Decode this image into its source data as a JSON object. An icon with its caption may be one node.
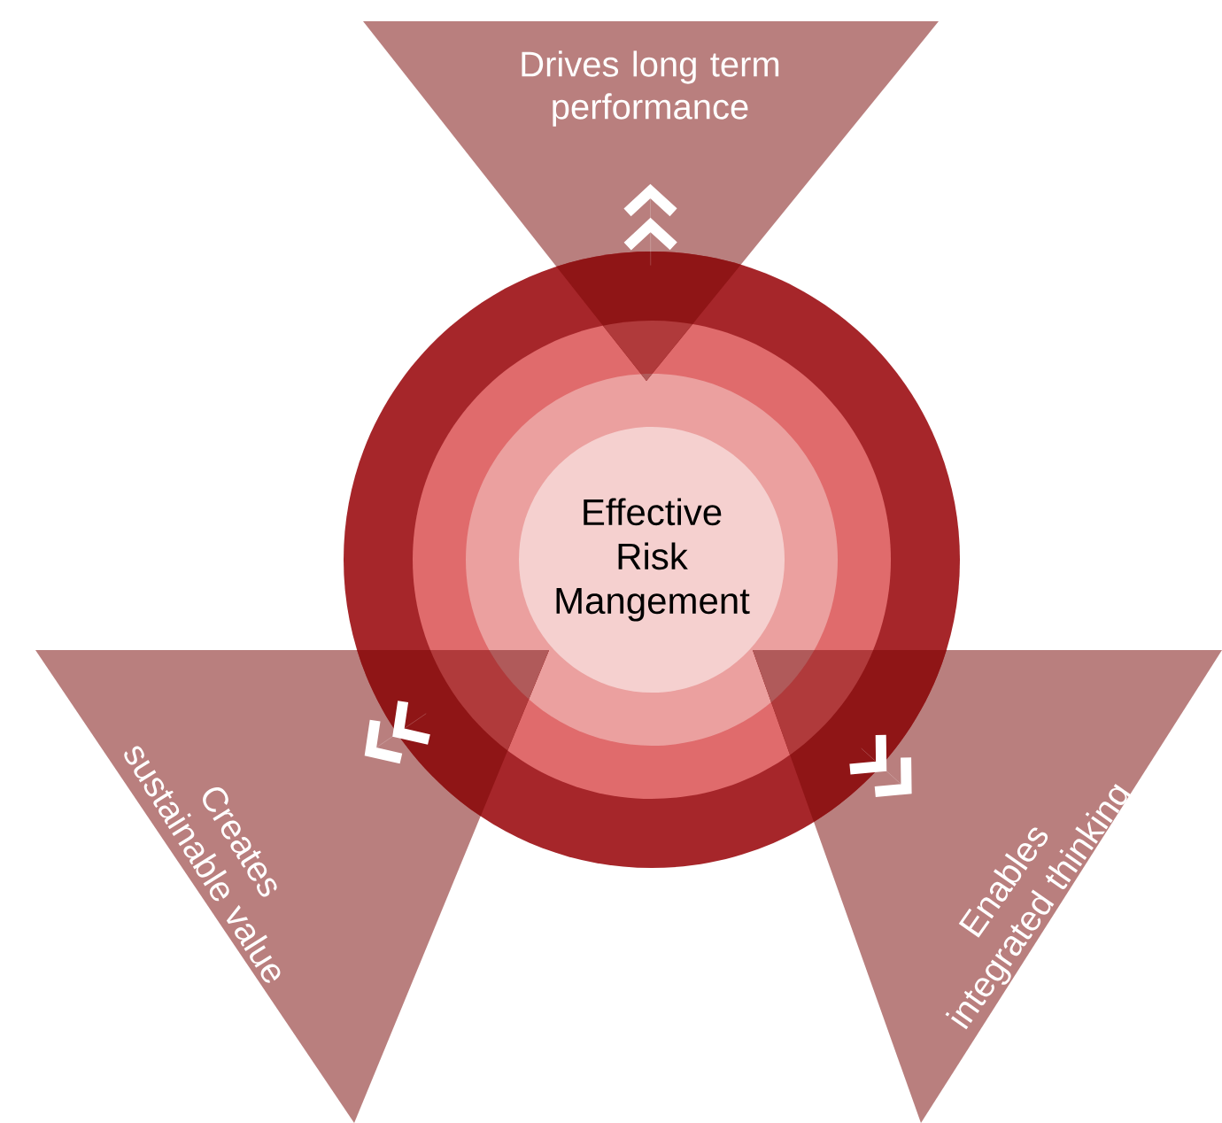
{
  "diagram": {
    "nodes": [
      {
        "text": [
          "Effective Risk Mangement"
        ]
      },
      {
        "text": [
          "Drives long term performance"
        ]
      },
      {
        "text": [
          "Creates sustainable value"
        ]
      },
      {
        "text": [
          "Enables integrated thinking"
        ]
      }
    ],
    "edges": [
      {
        "from": 0,
        "to": 1,
        "arrow": "to"
      },
      {
        "from": 0,
        "to": 2,
        "arrow": "to"
      },
      {
        "from": 0,
        "to": 3,
        "arrow": "to"
      }
    ]
  }
}
